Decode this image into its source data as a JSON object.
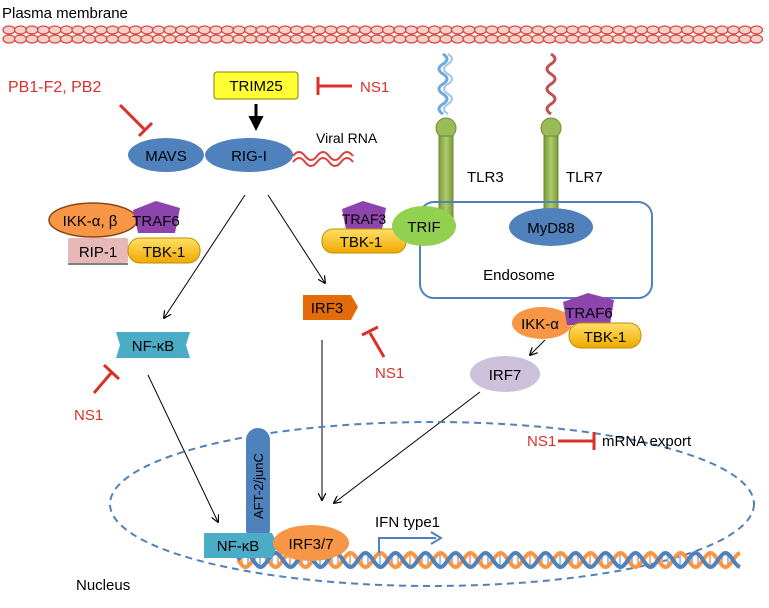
{
  "labels": {
    "plasma_membrane": "Plasma membrane",
    "pb1f2_pb2": "PB1-F2, PB2",
    "trim25": "TRIM25",
    "ns1_trim25": "NS1",
    "mavs": "MAVS",
    "rig_i": "RIG-I",
    "viral_rna": "Viral RNA",
    "tlr3": "TLR3",
    "tlr7": "TLR7",
    "ikk_ab": "IKK-α, β",
    "traf6_left": "TRAF6",
    "rip1": "RIP-1",
    "tbk1_left": "TBK-1",
    "traf3": "TRAF3",
    "tbk1_trif": "TBK-1",
    "trif": "TRIF",
    "myd88": "MyD88",
    "endosome": "Endosome",
    "irf3": "IRF3",
    "ns1_irf3": "NS1",
    "nfkb": "NF-κB",
    "ns1_nfkb": "NS1",
    "ikk_a": "IKK-α",
    "traf6_right": "TRAF6",
    "tbk1_right": "TBK-1",
    "irf7": "IRF7",
    "ns1_mrna": "NS1",
    "mrna_export": "mRNA export",
    "aft2_junc": "AFT-2/junC",
    "nfkb_nucleus": "NF-κB",
    "irf37": "IRF3/7",
    "ifn_type1": "IFN type1",
    "nucleus": "Nucleus"
  },
  "colors": {
    "inhibitor_red": "#d9312a",
    "membrane_red": "#d9443a",
    "receptor_green": "#9bbb59",
    "blue_oval": "#4f81bd",
    "trim25_yellow": "#ffff33",
    "tbk_yellow": "#ffc000",
    "traf_purple": "#8e44ad",
    "ikk_orange": "#f79646",
    "trif_green": "#92d050",
    "irf3_orange": "#e36c0a",
    "nfkb_blue": "#4bacc6",
    "irf7_lavender": "#ccc0da",
    "rip1_pink": "#e6b9b8",
    "nucleus_dash": "#4f81bd"
  }
}
